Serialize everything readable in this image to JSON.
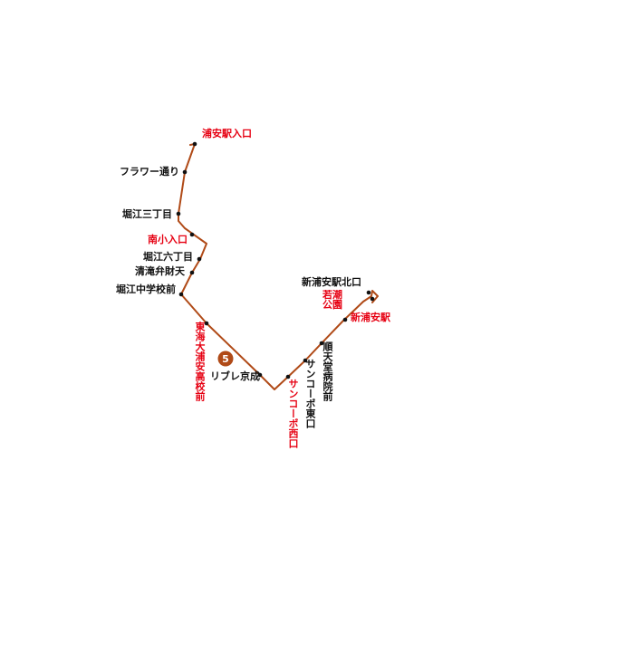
{
  "route": {
    "number": "5",
    "line_color": "#b04a17",
    "badge_color": "#b04a17",
    "stop_dot_color": "#111111",
    "major_stop_color": "#e60012",
    "minor_stop_color": "#111111"
  },
  "stops": {
    "urayasu_iriguchi": "浦安駅入口",
    "flower_dori": "フラワー通り",
    "horie_3chome": "堀江三丁目",
    "minami_sho_iriguchi": "南小入口",
    "horie_6chome": "堀江六丁目",
    "seiryu_benzaiten": "清滝弁財天",
    "horie_chugakko_mae": "堀江中学校前",
    "tokai_dai_urayasu_koko_mae": "東海大浦安高校前",
    "ripure_keisei": "リブレ京成",
    "sunkopo_nishiguchi": "サンコーポ西口",
    "sunkopo_higashiguchi": "サンコーポ東口",
    "juntendo_byoin_mae": "順天堂病院前",
    "shin_urayasu_eki": "新浦安駅",
    "wakashio_koen": "若潮公園",
    "shin_urayasu_eki_kitaguchi": "新浦安駅北口"
  }
}
